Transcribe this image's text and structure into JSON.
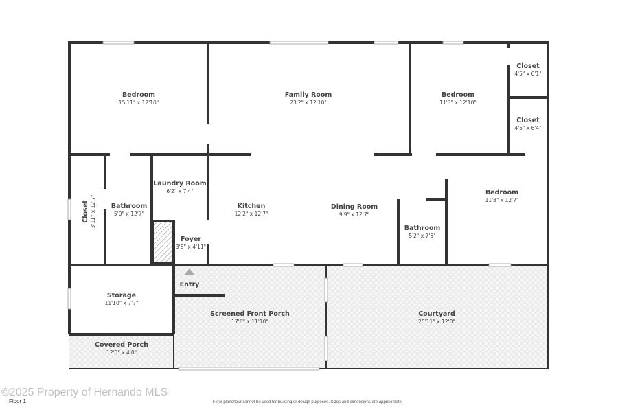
{
  "rooms": [
    {
      "name": "Bedroom",
      "dims": "15'11\" x 12'10\""
    },
    {
      "name": "Family Room",
      "dims": "23'2\" x 12'10\""
    },
    {
      "name": "Bedroom",
      "dims": "11'3\" x 12'10\""
    },
    {
      "name": "Closet",
      "dims": "4'5\" x 6'1\""
    },
    {
      "name": "Closet",
      "dims": "4'5\" x 6'4\""
    },
    {
      "name": "Closet",
      "dims": "3'11\" x 12'7\""
    },
    {
      "name": "Bathroom",
      "dims": "5'0\" x 12'7\""
    },
    {
      "name": "Laundry Room",
      "dims": "6'2\" x 7'4\""
    },
    {
      "name": "Foyer",
      "dims": "3'8\" x 4'11\""
    },
    {
      "name": "Kitchen",
      "dims": "12'2\" x 12'7\""
    },
    {
      "name": "Dining Room",
      "dims": "9'9\" x 12'7\""
    },
    {
      "name": "Bathroom",
      "dims": "5'2\" x 7'5\""
    },
    {
      "name": "Bedroom",
      "dims": "11'8\" x 12'7\""
    },
    {
      "name": "Storage",
      "dims": "11'10\" x 7'7\""
    },
    {
      "name": "Covered Porch",
      "dims": "12'0\" x 4'0\""
    },
    {
      "name": "Screened Front Porch",
      "dims": "17'6\" x 11'10\""
    },
    {
      "name": "Courtyard",
      "dims": "25'11\" x 12'0\""
    }
  ],
  "entry_label": "Entry",
  "floor_label": "Floor 1",
  "disclaimer": "Floor plans/tour cannot be used for building or design purposes. Sizes and dimensions are approximate.",
  "watermark": "©2025 Property of Hernando MLS",
  "colors": {
    "wall": "#333333",
    "outdoor": "#f4f4f4",
    "hatch": "#888888"
  }
}
